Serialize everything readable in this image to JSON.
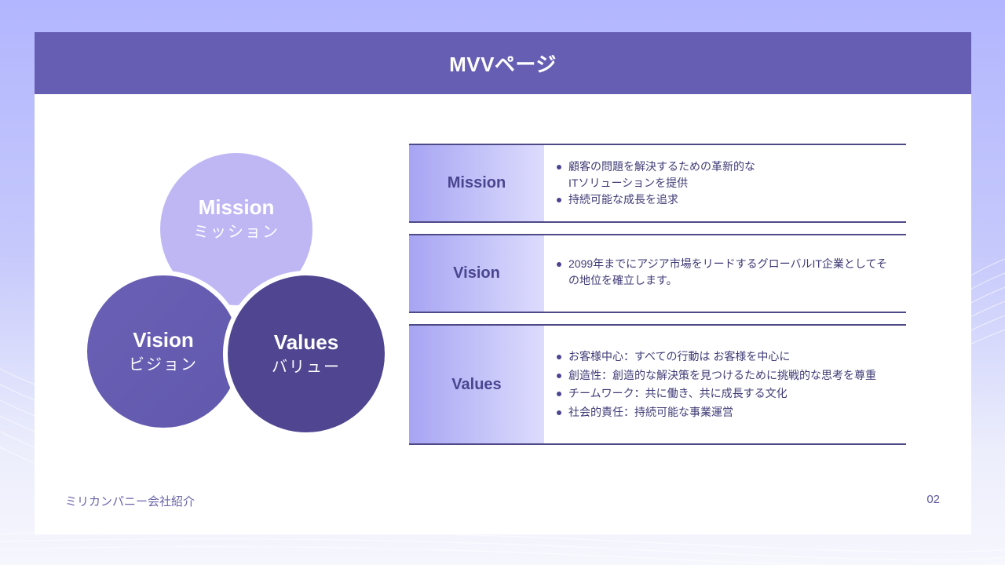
{
  "header": {
    "title": "MVVページ"
  },
  "venn": {
    "mission": {
      "en": "Mission",
      "jp": "ミッション",
      "color": "#bfb6f4"
    },
    "vision": {
      "en": "Vision",
      "jp": "ビジョン",
      "color": "#6a60b5"
    },
    "values": {
      "en": "Values",
      "jp": "バリュー",
      "color": "#4f4590"
    }
  },
  "rows": [
    {
      "label": "Mission",
      "items": [
        "顧客の問題を解決するための革新的なITソリューションを提供",
        "持続可能な成長を追求"
      ]
    },
    {
      "label": "Vision",
      "items": [
        "2099年までにアジア市場をリードするグローバルIT企業としてその地位を確立します。"
      ]
    },
    {
      "label": "Values",
      "items": [
        "お客様中心：すべての行動は お客様を中心に",
        "創造性：創造的な解決策を見つけるために挑戦的な思考を尊重",
        "チームワーク：共に働き、共に成長する文化",
        "社会的責任：持続可能な事業運営"
      ]
    }
  ],
  "footer": {
    "company": "ミリカンパニー会社紹介",
    "page": "02"
  },
  "colors": {
    "header_bg": "#665eb2",
    "page_bg": "#b2b6fe",
    "accent_dark": "#4b4590"
  }
}
